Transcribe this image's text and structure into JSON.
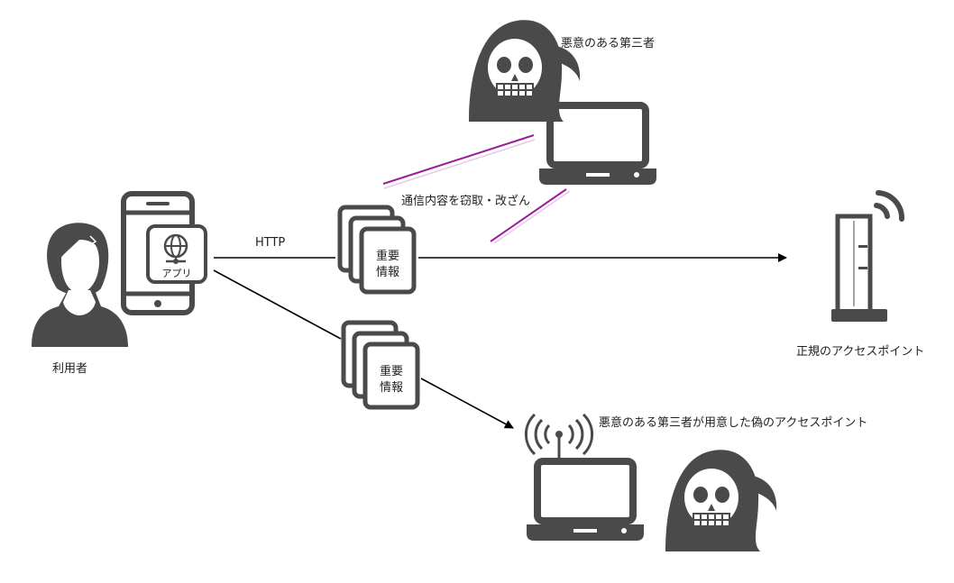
{
  "labels": {
    "user": "利用者",
    "app": "アプリ",
    "protocol": "HTTP",
    "document_line1": "重要",
    "document_line2": "情報",
    "attacker_top": "悪意のある第三者",
    "interception": "通信内容を窃取・改ざん",
    "legit_ap": "正規のアクセスポイント",
    "fake_ap": "悪意のある第三者が用意した偽のアクセスポイント"
  },
  "icons": {
    "user": "user-icon",
    "phone": "smartphone-icon",
    "app": "globe-icon",
    "document": "document-stack-icon",
    "attacker": "grim-reaper-icon",
    "laptop": "laptop-icon",
    "router": "wifi-router-icon",
    "signal": "wireless-signal-icon"
  },
  "colors": {
    "icon": "#4a4a4a",
    "line": "#000000",
    "intercept_line": "#9b1f9b"
  }
}
